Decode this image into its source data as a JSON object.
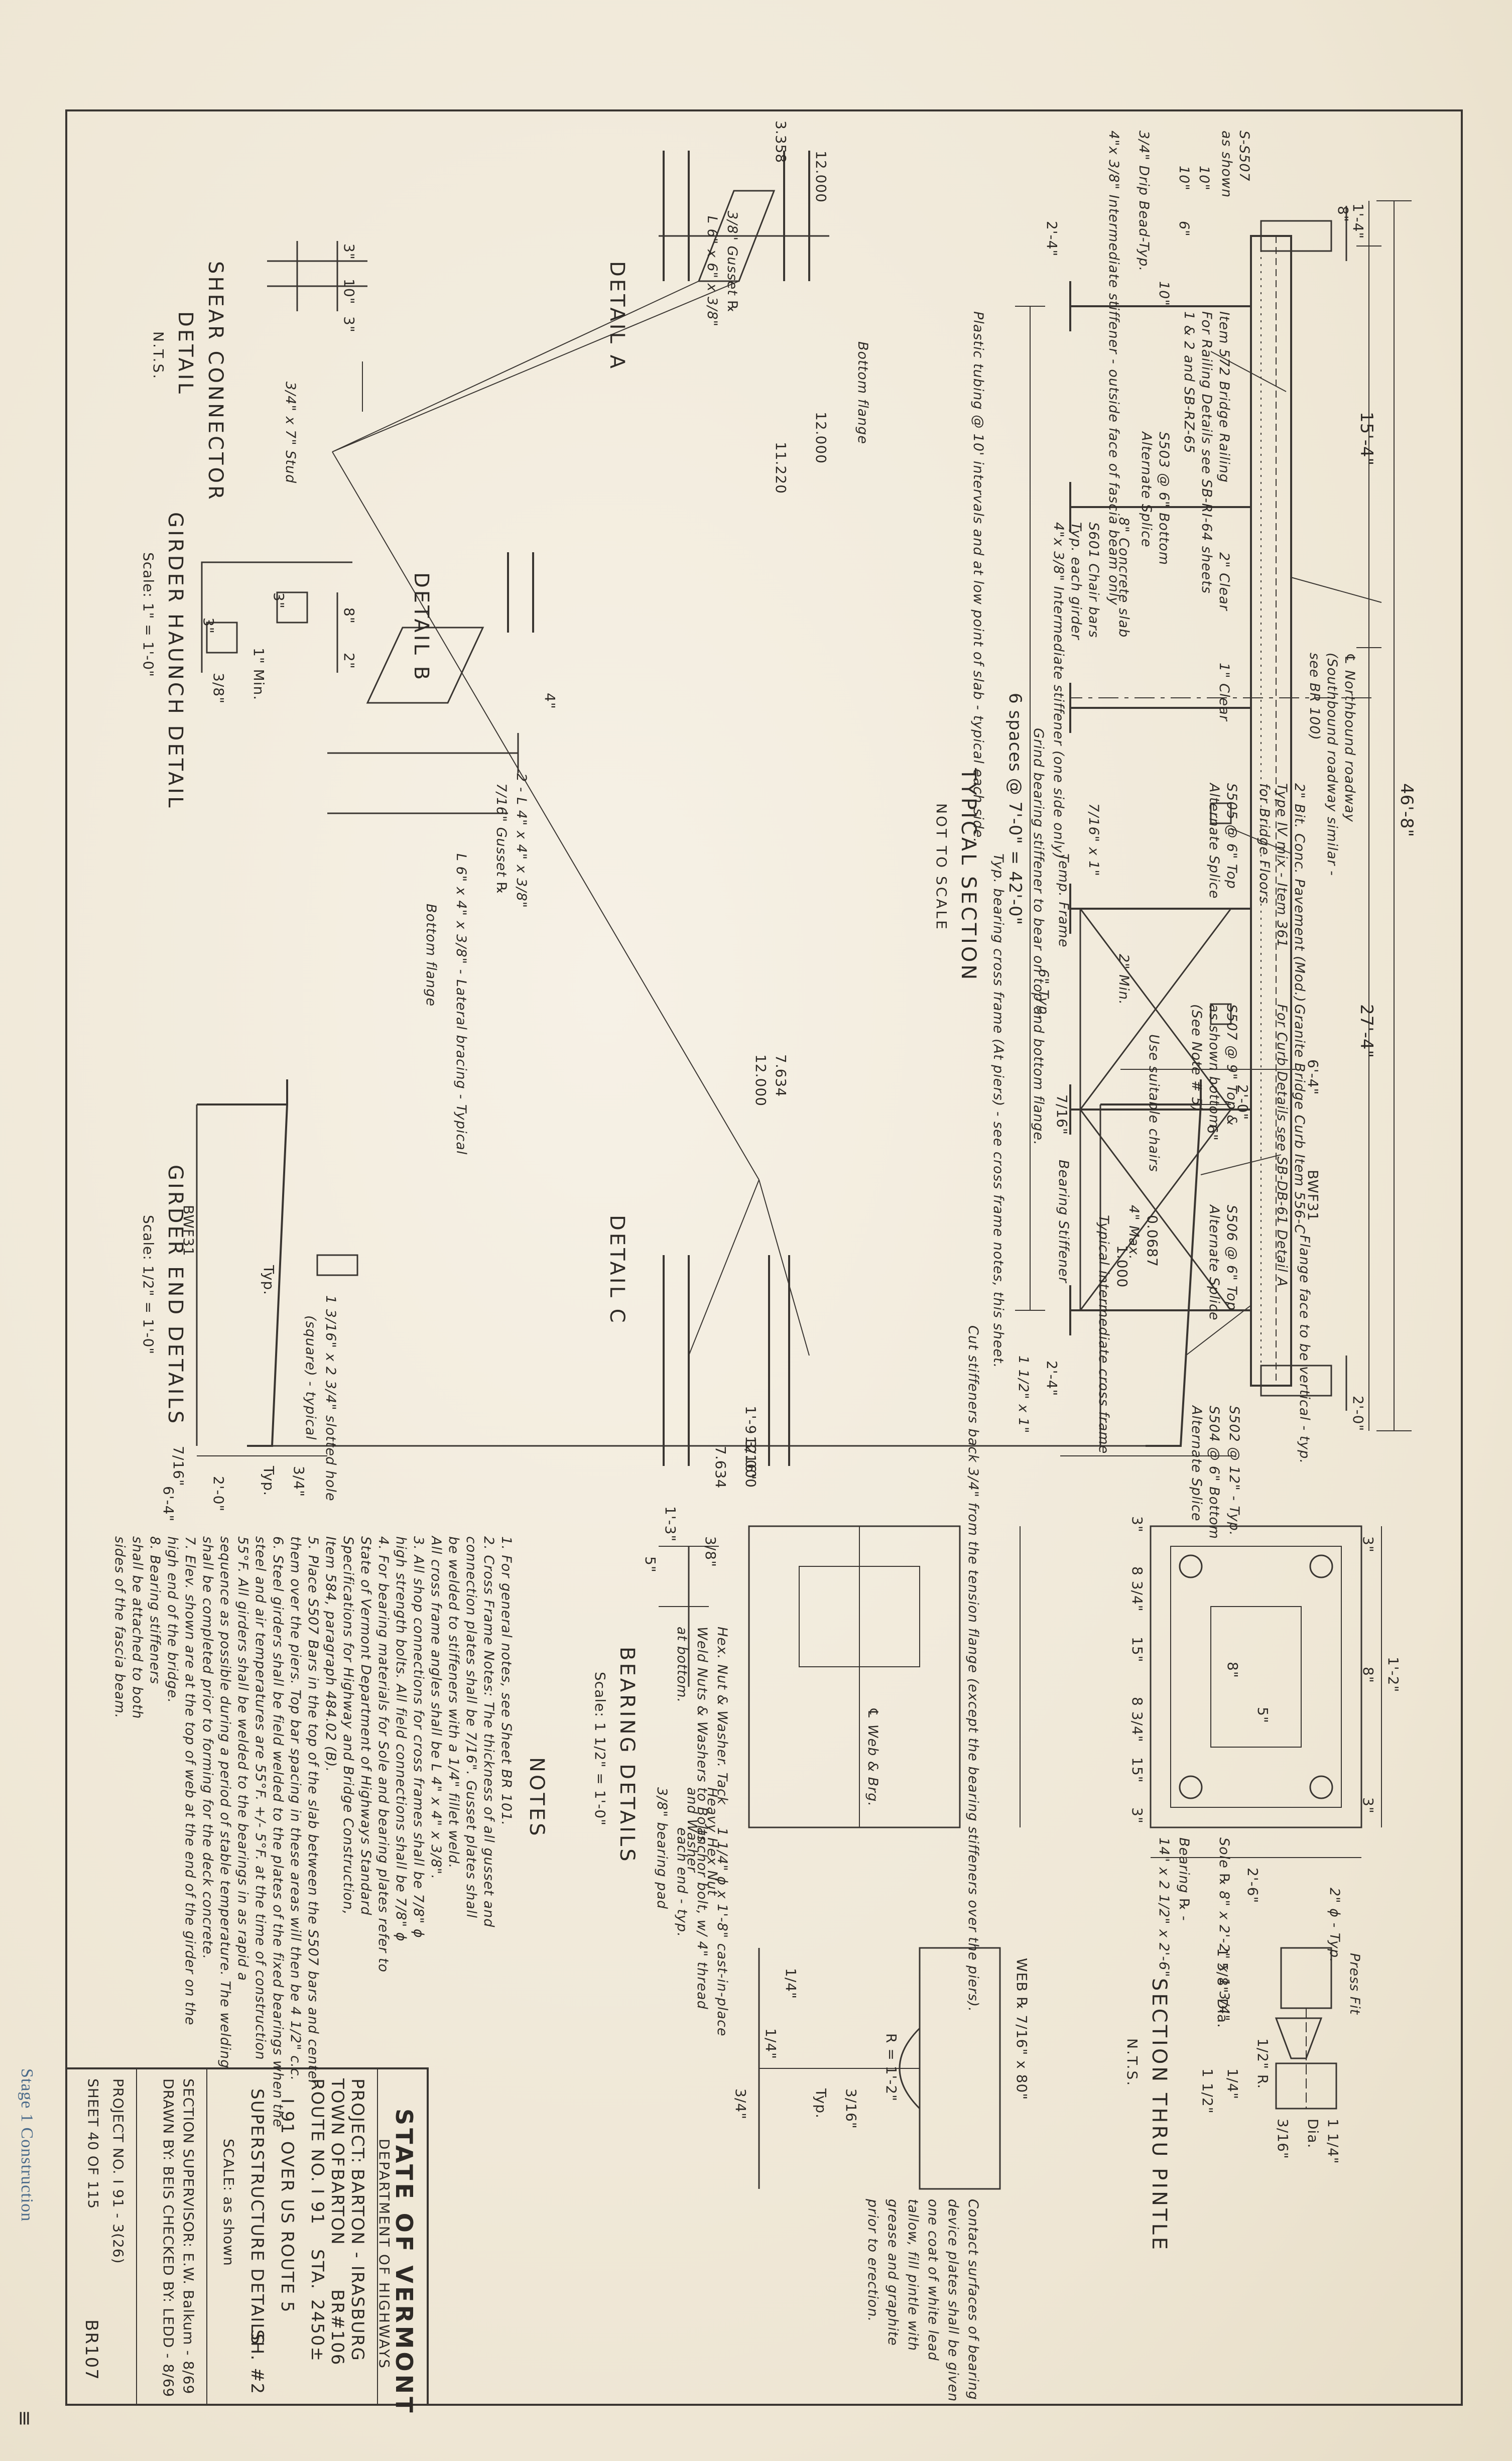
{
  "typical_section": {
    "title": "TYPICAL SECTION",
    "subtitle": "NOT TO SCALE",
    "overall_width": "46'-8\"",
    "dims": [
      "1'-4\"",
      "8\"",
      "15'-4\"",
      "27'-4\"",
      "2'-0\"",
      "2'-4\"",
      "2'-4\""
    ],
    "spacing": "6 spaces @ 7'-0\" = 42'-0\"",
    "notes": [
      "℄ Northbound roadway",
      "(Southbound roadway similar -",
      "see BR 100)",
      "Item 572 Bridge Railing",
      "For Railing Details see SB-RI-64 sheets",
      "1 & 2 and SB-RZ-65",
      "2\" Bit. Conc. Pavement (Mod.)",
      "Type IV mix - Item 361",
      "for Bridge Floors",
      "Granite Bridge Curb Item 556-C",
      "For Curb Details see SB-DB-61 Detail A",
      "S503 @ 6\" Bottom",
      "Alternate Splice",
      "S505 @ 6\" Top",
      "Alternate Splice",
      "S507 @ 9\" Top &",
      "as shown bottom",
      "(See Note # 5)",
      "S506 @ 6\" Top",
      "Alternate Splice",
      "8\" Concrete slab",
      "2\" Clear",
      "1\" Clear",
      "Use suitable chairs",
      "S601 Chair bars",
      "Typ. each girder",
      "4\"x 3/8\" Intermediate stiffener (one side only)",
      "3/4\" Drip Bead-Typ.",
      "Plastic tubing @ 10' intervals and at low point of slab - typical each side.",
      "4\"x 3/8\" Intermediate stiffener - outside face of fascia beam only",
      "Grind bearing stiffener to bear on top and bottom flange.",
      "Typ. bearing cross frame (At piers) - see cross frame notes, this sheet.",
      "Typical intermediate cross frame",
      "S502 @ 12\" - Typ.",
      "S504 @ 6\" Bottom",
      "Alternate Splice",
      "Cut stiffeners back 3/4\" from the tension flange (except the bearing stiffeners over the piers).",
      "Temp. Frame",
      "Bearing Stiffener",
      "6\" Typ.",
      "2\" Min.",
      "1 1/2\" x 1\"",
      "7/16\" x 1\"",
      "4\" Max.",
      "10\"",
      "10\"",
      "S-S507",
      "as shown",
      "6\"",
      "10\""
    ]
  },
  "detail_a": {
    "title": "DETAIL A",
    "labels": [
      "3/8\" Gusset ℞",
      "L 6\" x 6\" x 3/8\"",
      "Bottom flange",
      "12.000",
      "12.000",
      "11.220",
      "3.358"
    ]
  },
  "detail_b": {
    "title": "DETAIL B",
    "labels": [
      "2 - L 4\" x 4\" x 3/8\"",
      "7/16\" Gusset ℞",
      "L 6\" x 4\" x 3/8\" - Lateral bracing - Typical",
      "Bottom flange",
      "4\""
    ]
  },
  "detail_c": {
    "title": "DETAIL C",
    "labels": [
      "12.000",
      "7.634",
      "12.000",
      "7.634"
    ]
  },
  "shear_connector": {
    "title": "SHEAR CONNECTOR",
    "title2": "DETAIL",
    "subtitle": "N.T.S.",
    "labels": [
      "3\"",
      "10\"",
      "3\"",
      "3/4\" x 7\" Stud"
    ]
  },
  "girder_haunch": {
    "title": "GIRDER HAUNCH DETAIL",
    "scale": "Scale: 1\" = 1'-0\"",
    "labels": [
      "8\"",
      "2\"",
      "3\"",
      "1\" Min.",
      "3\"",
      "3/8\""
    ]
  },
  "girder_end": {
    "title": "GIRDER END DETAILS",
    "scale": "Scale: 1/2\" = 1'-0\"",
    "labels": [
      "6'-4\"",
      "2'-0\"",
      "6\"",
      "BWF31",
      "0.0687",
      "1.000",
      "7/16\"",
      "Flange face to be vertical - typ.",
      "1 3/16\" x 2 3/4\" slotted hole",
      "(square) - typical",
      "Typ.",
      "1'-9 3/16\"",
      "BWF31",
      "7/16\"",
      "3/4\"",
      "Typ.",
      "2'-0\"",
      "6'-4\""
    ]
  },
  "bearing_details": {
    "title": "BEARING DETAILS",
    "scale": "Scale: 1 1/2\" = 1'-0\"",
    "dims": [
      "1'-2\"",
      "3\"",
      "8\"",
      "3\"",
      "3\"",
      "8 3/4\"",
      "15\"",
      "8 3/4\"",
      "15\"",
      "3\"",
      "5\"",
      "8\"",
      "2'-6\"",
      "1'-3\"",
      "5\"",
      "3/8\""
    ],
    "labels": [
      "2\" ϕ - Typ.",
      "Sole ℞ 8\" x 2'-2\" x 1 3/4\"",
      "Bearing ℞ -",
      "14\" x 2 1/2\" x 2'-6\"",
      "℄ Web & Brg.",
      "Hex. Nut & Washer. Tack",
      "Weld Nuts & Washers to Bolts",
      "at bottom.",
      "Heavy Hex Nut",
      "and Washer",
      "3/8\" bearing pad",
      "1 1/4\" ϕ x 1'-8\" cast-in-place",
      "anchor bolt, w/ 4\" thread",
      "each end - typ."
    ]
  },
  "section_pintle": {
    "title": "SECTION THRU PINTLE",
    "subtitle": "N.T.S.",
    "labels": [
      "Press Fit",
      "1 1/4\"",
      "Dia.",
      "1/2\" R.",
      "3/16\"",
      "1 5/8\" Dia.",
      "1/4\"",
      "1 1/2\""
    ]
  },
  "web_detail": {
    "labels": [
      "WEB ℞ 7/16\" x 80\"",
      "R = 1'-2\"",
      "3/16\"",
      "Typ.",
      "1/4\"",
      "1/4\"",
      "3/4\""
    ],
    "notes": [
      "Contact surfaces of bearing",
      "device plates shall be given",
      "one coat of white lead",
      "tallow, fill pintle with",
      "grease and graphite",
      "prior to erection."
    ]
  },
  "notes": {
    "title": "NOTES",
    "lines": [
      "1. For general notes, see Sheet BR 101.",
      "2. Cross Frame Notes: The thickness of all gusset and",
      "connection plates shall be 7/16\". Gusset plates shall",
      "be welded to stiffeners with a 1/4\" fillet weld.",
      "All cross frame angles shall be L 4\" x 4\" x 3/8\".",
      "3. All shop connections for cross frames shall be 7/8\" ϕ",
      "high strength bolts. All field connections shall be 7/8\" ϕ",
      "4. For bearing materials for Sole and bearing plates refer to",
      "State of Vermont Department of Highways Standard",
      "Specifications for Highway and Bridge Construction,",
      "Item 584, paragraph 484.02 (B).",
      "5. Place S507 Bars in the top of the slab between the S507 bars and center",
      "them over the piers. Top bar spacing in these areas will then be 4 1/2\" c.c.",
      "6. Steel girders shall be field welded to the plates of the fixed bearings when the",
      "steel and air temperatures are 55°F. +/- 5°F. at the time of construction",
      "55°F. All girders shall be welded to the bearings in as rapid a",
      "sequence as possible during a period of stable temperature. The welding",
      "shall be completed prior to forming for the deck concrete.",
      "7. Elev. shown are at the top of web at the end of the girder on the",
      "high end of the bridge.",
      "8. Bearing stiffeners",
      "shall be attached to both",
      "sides of the fascia beam."
    ]
  },
  "title_block": {
    "state": "STATE OF VERMONT",
    "dept": "DEPARTMENT OF HIGHWAYS",
    "project_label": "PROJECT:",
    "project": "BARTON - IRASBURG",
    "town_label": "TOWN OF",
    "town": "BARTON",
    "br": "BR#106",
    "route_label": "ROUTE NO.",
    "route": "I 91",
    "sta_label": "STA.",
    "sta": "2450±",
    "crossing": "I 91 OVER US ROUTE 5",
    "sheet_title": "SUPERSTRUCTURE DETAILS",
    "sheet_no": "SH. #2",
    "scale": "SCALE: as shown",
    "section_supervisor": "SECTION SUPERVISOR: E.W. Balkum - 8/69",
    "drawn": "DRAWN BY: BEIS   CHECKED BY: LEDD - 8/69",
    "project_no": "PROJECT NO. I 91 - 3(26)",
    "sheet_count": "SHEET 40 OF 115",
    "sheet_code": "BR107"
  },
  "stage": "Stage 1 Construction",
  "stamp_mark": "≡"
}
